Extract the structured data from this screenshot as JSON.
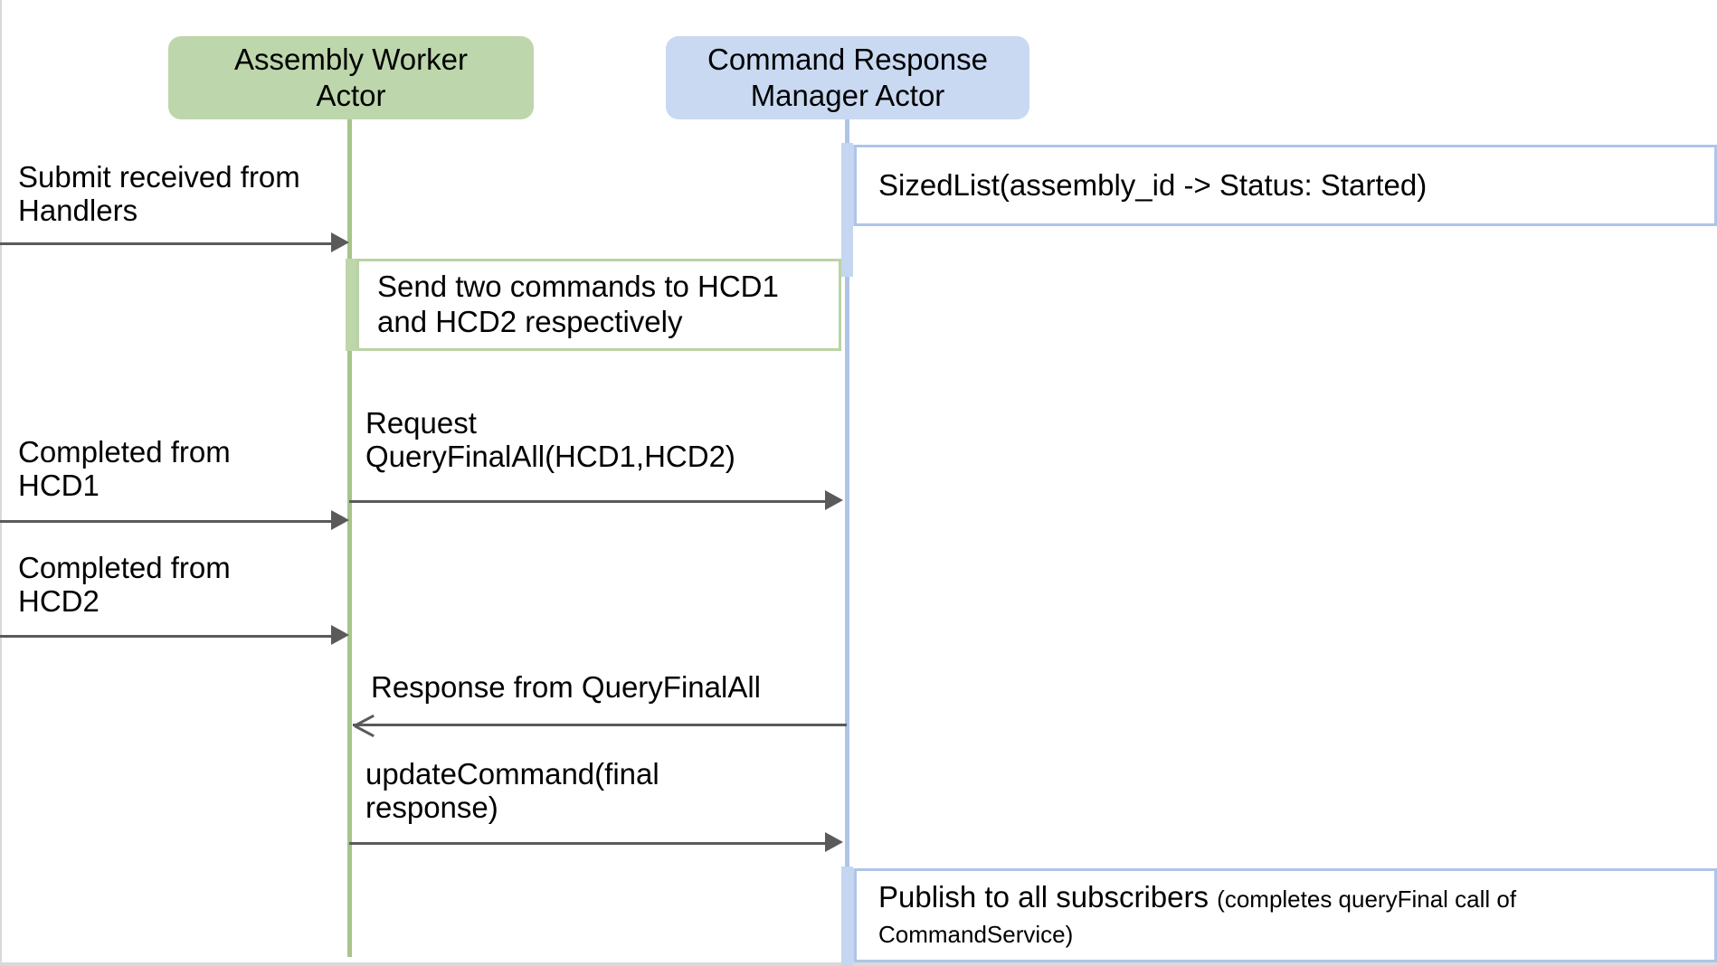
{
  "diagram": {
    "type": "uml-sequence-diagram",
    "title": "Assembly Worker / Command Response Manager command flow",
    "colors": {
      "participant_green_fill": "#bdd6ab",
      "participant_blue_fill": "#c9d9f2",
      "lifeline_green": "#a8c48c",
      "lifeline_blue": "#aec5e8",
      "note_green_border": "#b9d3a3",
      "note_blue_border": "#aec5e8",
      "arrow": "#5a5a5a",
      "background": "#ffffff"
    }
  },
  "participants": [
    {
      "id": "assembly-worker-actor",
      "label": "Assembly Worker\nActor",
      "color": "green"
    },
    {
      "id": "command-response-manager-actor",
      "label": "Command Response\nManager Actor",
      "color": "blue"
    }
  ],
  "messages": [
    {
      "id": "submit-received-from-handlers",
      "label": "Submit received from\nHandlers",
      "from": "external-left",
      "to": "assembly-worker-actor",
      "direction": "right"
    },
    {
      "id": "completed-from-hcd1",
      "label": "Completed from\nHCD1",
      "from": "external-left",
      "to": "assembly-worker-actor",
      "direction": "right"
    },
    {
      "id": "completed-from-hcd2",
      "label": "Completed from\nHCD2",
      "from": "external-left",
      "to": "assembly-worker-actor",
      "direction": "right"
    },
    {
      "id": "request-queryfinalall",
      "label": "Request\nQueryFinalAll(HCD1,HCD2)",
      "from": "assembly-worker-actor",
      "to": "command-response-manager-actor",
      "direction": "right"
    },
    {
      "id": "response-from-queryfinalall",
      "label": "Response from QueryFinalAll",
      "from": "command-response-manager-actor",
      "to": "assembly-worker-actor",
      "direction": "left"
    },
    {
      "id": "update-command-final-response",
      "label": "updateCommand(final\nresponse)",
      "from": "assembly-worker-actor",
      "to": "command-response-manager-actor",
      "direction": "right"
    }
  ],
  "notes": [
    {
      "id": "sized-list-note",
      "attached_to": "command-response-manager-actor",
      "color": "blue",
      "text": "SizedList(assembly_id -> Status: Started)"
    },
    {
      "id": "send-two-commands-note",
      "attached_to": "assembly-worker-actor",
      "color": "green",
      "text": "Send two commands to HCD1\nand HCD2 respectively"
    },
    {
      "id": "publish-to-subscribers-note",
      "attached_to": "command-response-manager-actor",
      "color": "blue",
      "text_main": "Publish to all subscribers ",
      "text_small": "(completes queryFinal call of CommandService)"
    }
  ]
}
